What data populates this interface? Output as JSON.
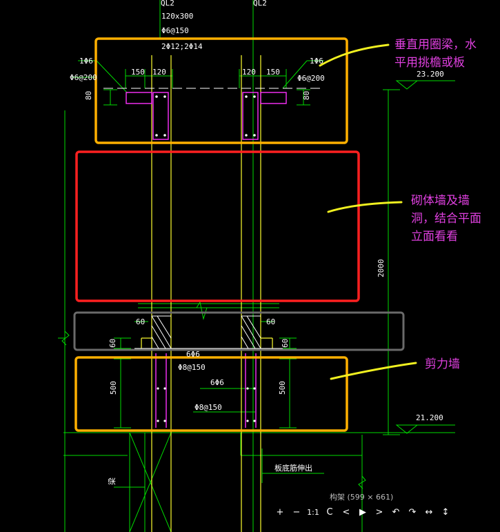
{
  "drawing": {
    "beam_labels": {
      "ql2_left": "QL2",
      "ql2_right": "QL2",
      "beam_size": "120x300",
      "stirrup": "Φ6@150",
      "main_bars": "2Φ12;2Φ14"
    },
    "top_detail": {
      "bar_left": "1Φ6",
      "bar_right": "1Φ6",
      "dist_left": "Φ6@200",
      "dist_right": "Φ6@200",
      "dim_150_left": "150",
      "dim_120_left": "120",
      "dim_120_right": "120",
      "dim_150_right": "150",
      "dim_80_left": "80",
      "dim_80_right": "80"
    },
    "elevations": {
      "top": "23.200",
      "bottom": "21.200",
      "height_dim": "2000"
    },
    "bottom_detail": {
      "dim_60_left": "60",
      "dim_60_right": "60",
      "dim_60v_left": "60",
      "dim_60v_right": "60",
      "bar_6phi6_top": "6Φ6",
      "stirrup_top": "Φ8@150",
      "bar_6phi6": "6Φ6",
      "stirrup_bottom": "Φ8@150",
      "dim_500_left": "500",
      "dim_500_right": "500",
      "note_bottom": "板底筋伸出",
      "side_note": "梁"
    }
  },
  "annotations": {
    "vertical_ring_beam": "垂直用圈梁，水\n平用挑檐或板",
    "masonry_wall": "砌体墙及墙\n洞，结合平面\n立面看看",
    "shear_wall": "剪力墙"
  },
  "viewer": {
    "caption": "构架 (599 × 661)",
    "toolbar": {
      "zoom_in": "+",
      "zoom_out": "−",
      "actual_size": "1:1",
      "refresh": "C",
      "prev": "<",
      "play": "▶",
      "next": ">",
      "rotate_left": "↶",
      "rotate_right": "↷",
      "flip_h": "↔",
      "flip_v": "↕"
    }
  },
  "colors": {
    "cad_green": "#00dd00",
    "cad_white": "#ffffff",
    "cad_yellow": "#ffff30",
    "cad_magenta": "#ff30ff",
    "highlight_orange": "#ffb000",
    "highlight_red": "#ff2020",
    "highlight_gray": "#6a6a6a",
    "annotation_text": "#e040e0",
    "annotation_arrow": "#f0f020"
  }
}
